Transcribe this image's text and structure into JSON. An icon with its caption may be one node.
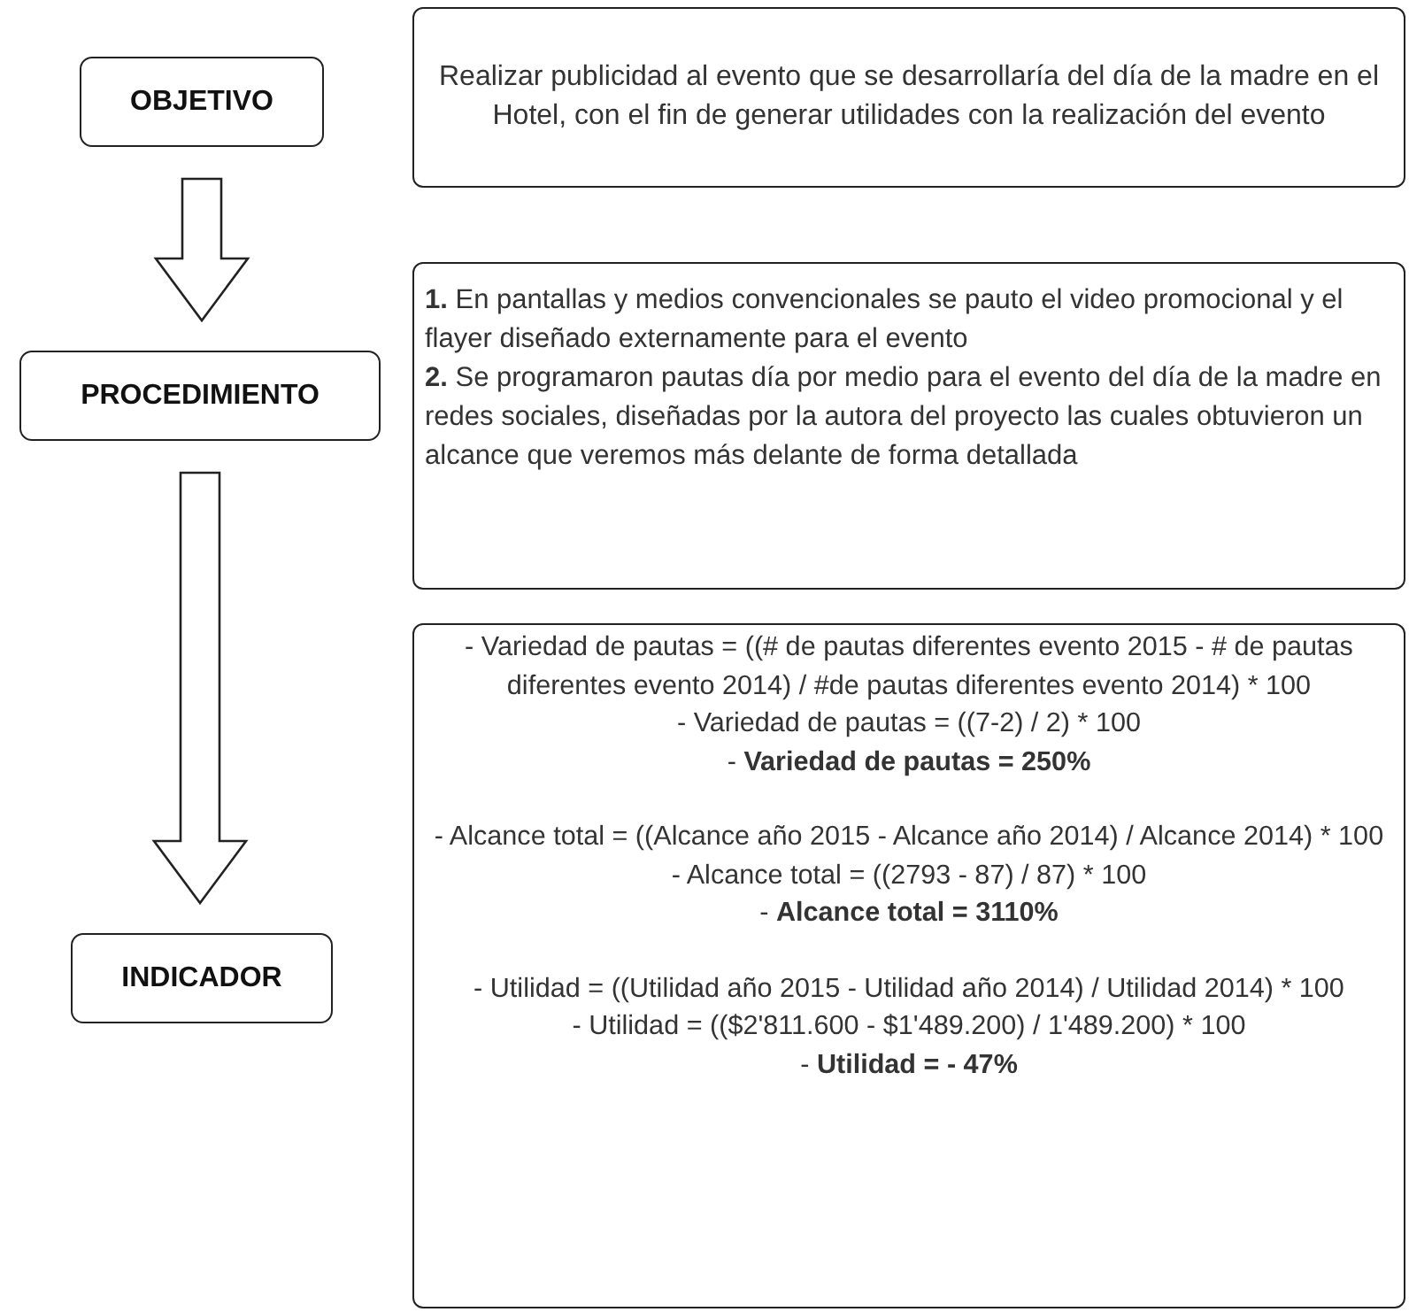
{
  "diagram": {
    "nodes": [
      {
        "text": [
          "OBJETIVO"
        ]
      },
      {
        "text": [
          "Realizar publicidad al evento que se desarrollaría del día de la madre en el Hotel, con el fin de generar utilidades con la realización del evento"
        ]
      },
      {
        "text": [
          "PROCEDIMIENTO"
        ]
      },
      {
        "text": [
          "**1.** En pantallas y medios convencionales se pauto el video promocional y el flayer diseñado externamente para el evento",
          "**2.** Se programaron pautas día por medio para el evento del día de la madre en redes sociales, diseñadas por la autora del proyecto las cuales obtuvieron un alcance que veremos más delante de forma detallada"
        ]
      },
      {
        "text": [
          "INDICADOR"
        ]
      },
      {
        "text": [
          "- Variedad de pautas = ((# de pautas diferentes evento 2015 - # de pautas diferentes evento 2014) / #de pautas diferentes evento 2014) * 100",
          "- Variedad de pautas = ((7-2) / 2) * 100",
          "- **Variedad de pautas = 250%**",
          "- Alcance total = ((Alcance año 2015 - Alcance año 2014) / Alcance 2014) * 100",
          "- Alcance total = ((2793 - 87) / 87) * 100",
          "- **Alcance total = 3110%**",
          "- Utilidad = ((Utilidad año 2015 - Utilidad año 2014) / Utilidad 2014) * 100",
          "- Utilidad = (($2'811.600 - $1'489.200) / 1'489.200) * 100",
          "- **Utilidad = - 47%**"
        ]
      }
    ],
    "edges": [
      {
        "from": 0,
        "to": 2,
        "arrow": "to"
      },
      {
        "from": 2,
        "to": 4,
        "arrow": "to"
      }
    ]
  }
}
